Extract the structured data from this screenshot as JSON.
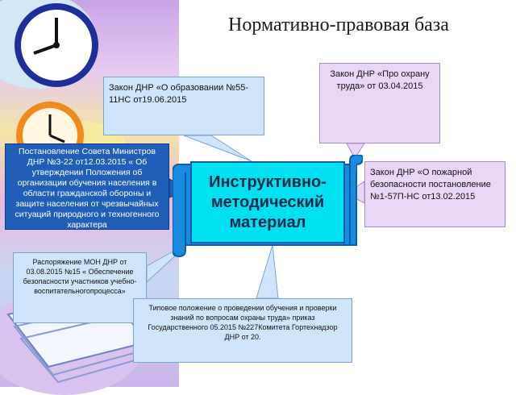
{
  "title": "Нормативно-правовая база",
  "center": "Инструктивно-методический материал",
  "boxes": {
    "law_education": "Закон ДНР «О образовании №55-11НС от19.06.2015",
    "law_labor": "Закон ДНР «Про охрану труда» от 03.04.2015",
    "law_fire": "Закон ДНР «О пожарной безопасности постановление №1-57П-НС от13.02.2015",
    "council_decree": "Постановление Совета Министров ДНР №3-22 от12.03.2015 « Об утверждении Положения об организации обучения населения в области гражданской обороны и защите населения от чрезвычайных ситуаций природного и техногенного характера",
    "mon_order": "Распоряжение МОН ДНР от 03.08.2015 №15 « Обеспечение безопасности участников учебно-воспитательногопроцесса»",
    "typical_provision": "Типовое положение о проведении обучения и проверки знаний по вопросам охраны труда» приказ Государственного 05.2015 №227Комитета Гортехнадзор ДНР от 20."
  },
  "colors": {
    "light_blue_box": "#cfe5fb",
    "light_violet_box": "#ead7f8",
    "dark_blue_box": "#1f5fb8",
    "center_fill": "#00e0f0",
    "scroll_fill": "#1a8be0"
  },
  "icons": [
    "clock-icon",
    "clock-icon",
    "books-icon"
  ]
}
